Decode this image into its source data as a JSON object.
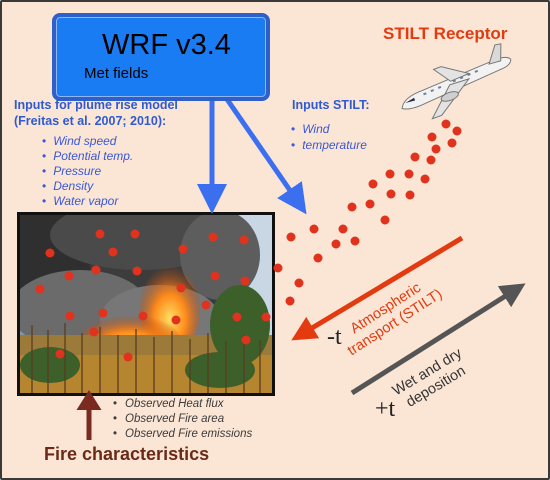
{
  "wrf_box": {
    "title": "WRF v3.4",
    "subtitle": "Met fields"
  },
  "receptor_label": "STILT Receptor",
  "plume_inputs": {
    "heading_line1": "Inputs for plume rise model",
    "heading_line2": "(Freitas et al. 2007; 2010):",
    "items": [
      "Wind speed",
      "Potential temp.",
      "Pressure",
      "Density",
      "Water vapor"
    ]
  },
  "stilt_inputs": {
    "heading": "Inputs STILT:",
    "items": [
      "Wind",
      "temperature"
    ]
  },
  "fire_observations": [
    "Observed Heat flux",
    "Observed Fire area",
    "Observed Fire emissions"
  ],
  "fire_characteristics_label": "Fire characteristics",
  "atmospheric_transport": {
    "line1": "Atmospheric",
    "line2": "transport (STILT)"
  },
  "deposition": {
    "line1": "Wet and dry",
    "line2": "deposition"
  },
  "time_backward": "-t",
  "time_forward": "+t",
  "colors": {
    "panel_background": "#fbe6d5",
    "wrf_box": "#1a7cf2",
    "blue_arrow": "#3b6ff0",
    "red_accent": "#e33a10",
    "particle": "#e0321c",
    "dark_arrow": "#555555",
    "fire_arrow": "#7a2a20"
  },
  "icons": [
    "airplane-icon",
    "fire-photo"
  ]
}
